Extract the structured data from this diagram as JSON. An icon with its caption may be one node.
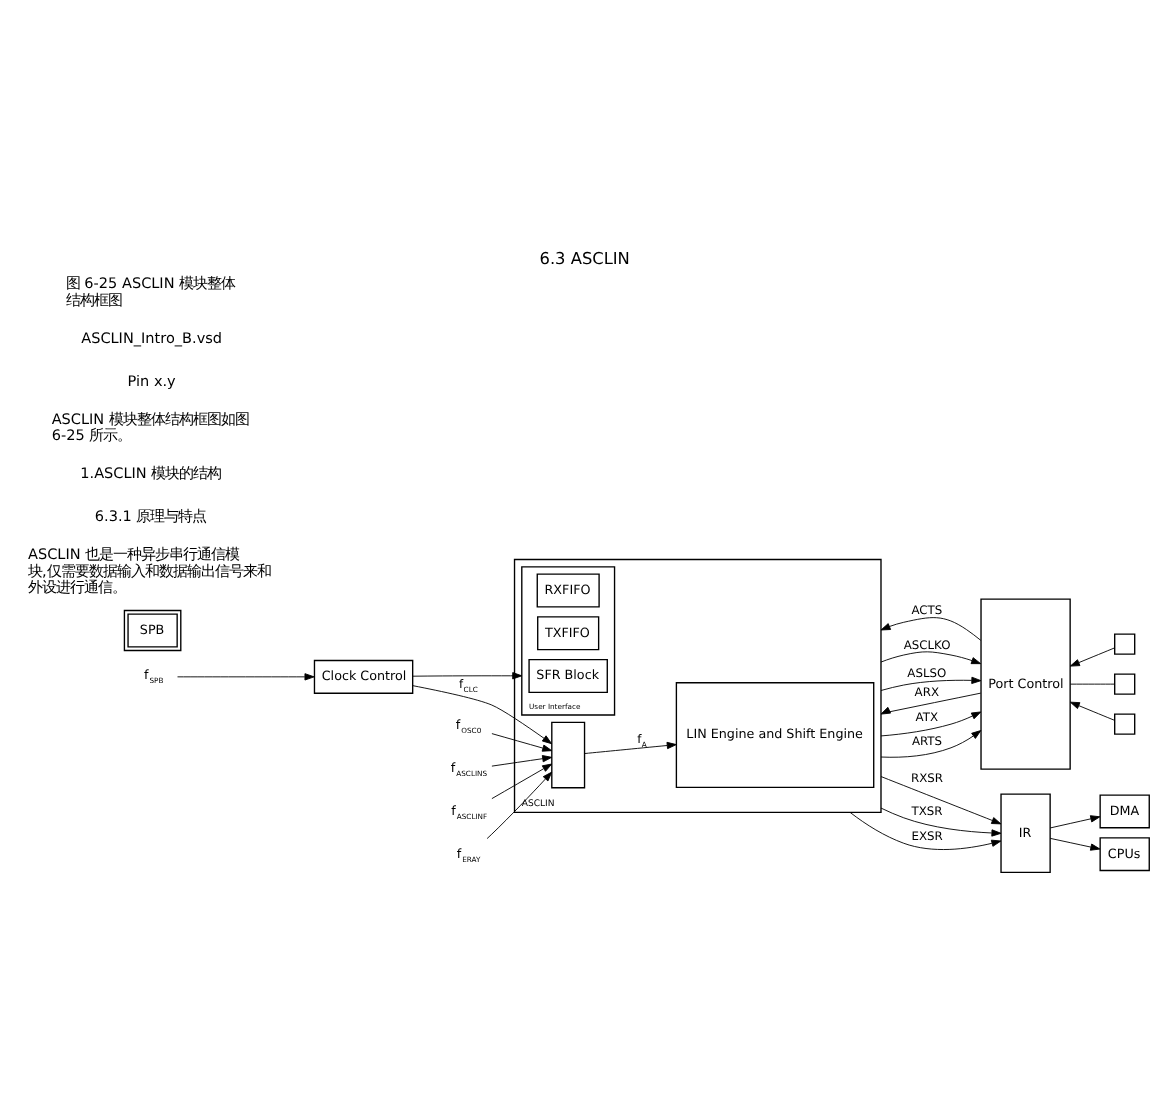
{
  "diagram": {
    "title": "6.3 ASCLIN",
    "caption": "图 6-25 ASCLIN 模块整体结构框图",
    "nodes": [
      {
        "text": [
          "ASCLIN"
        ]
      },
      {
        "text": [
          "Clock Control"
        ]
      },
      {
        "text": [],
        "shape": "box",
        "in": 0
      },
      {
        "text": [
          "User Interface"
        ],
        "in": 0
      },
      {
        "text": [
          "RXFIFO"
        ],
        "in": 3
      },
      {
        "text": [
          "TXFIFO"
        ],
        "in": 3
      },
      {
        "text": [
          "SFR Block"
        ],
        "in": 3
      },
      {
        "text": [
          "LIN Engine and Shift Engine"
        ],
        "in": 0
      },
      {
        "text": [
          "Port Control"
        ]
      },
      {
        "text": [],
        "shape": "box"
      },
      {
        "text": [],
        "shape": "box"
      },
      {
        "text": [],
        "shape": "box"
      },
      {
        "text": [
          "IR"
        ]
      },
      {
        "text": [
          "CPUs"
        ]
      },
      {
        "text": [
          "DMA"
        ]
      },
      {
        "text": [
          "SPB"
        ]
      },
      {
        "text": [
          "f$_{SPB}$"
        ]
      },
      {
        "text": [
          "f$_{ASCLINS}$"
        ]
      },
      {
        "text": [
          "f$_{ASCLINF}$"
        ]
      },
      {
        "text": [
          "f$_{ERAY}$"
        ]
      },
      {
        "text": [
          "f$_{OSC0}$"
        ]
      }
    ],
    "edges": [
      {
        "from": 16,
        "to": 1,
        "arrow": "to"
      },
      {
        "from": 17,
        "to": 2,
        "arrow": "to"
      },
      {
        "from": 18,
        "to": 2,
        "arrow": "to"
      },
      {
        "from": 19,
        "to": 2,
        "arrow": "to"
      },
      {
        "from": 20,
        "to": 2,
        "arrow": "to"
      },
      {
        "from": 1,
        "to": 2,
        "arrow": "to",
        "label": "f$_{CLC}$"
      },
      {
        "from": 1,
        "to": 3,
        "arrow": "to"
      },
      {
        "from": 2,
        "to": 7,
        "arrow": "to",
        "label": "f$_{A}$"
      },
      {
        "from": 8,
        "to": 0,
        "arrow": "to",
        "label": "ARX"
      },
      {
        "from": 0,
        "to": 8,
        "arrow": "to",
        "label": "ATX"
      },
      {
        "from": 0,
        "to": 8,
        "arrow": "to",
        "label": "ARTS"
      },
      {
        "from": 8,
        "to": 0,
        "arrow": "to",
        "label": "ACTS"
      },
      {
        "from": 0,
        "to": 8,
        "arrow": "to",
        "label": "ASCLKO"
      },
      {
        "from": 0,
        "to": 8,
        "arrow": "to",
        "label": "ASLSO"
      },
      {
        "from": 9,
        "to": 8,
        "arrow": "to"
      },
      {
        "from": 10,
        "to": 8,
        "arrow": "none"
      },
      {
        "from": 11,
        "to": 8,
        "arrow": "to"
      },
      {
        "from": 0,
        "to": 12,
        "arrow": "to",
        "label": "RXSR"
      },
      {
        "from": 0,
        "to": 12,
        "arrow": "to",
        "label": "TXSR"
      },
      {
        "from": 0,
        "to": 12,
        "arrow": "to",
        "label": "EXSR"
      },
      {
        "from": 12,
        "to": 13,
        "arrow": "to"
      },
      {
        "from": 12,
        "to": 14,
        "arrow": "to"
      }
    ],
    "labels": [
      "ASCLIN 也是一种异步串行通信模块,仅需要数据输入和数据输出信号来和外设进行通信。",
      "6.3.1 原理与特点",
      "1.ASCLIN 模块的结构",
      "ASCLIN 模块整体结构框图如图 6-25 所示。",
      "Pin x.y",
      "ASCLIN_Intro_B.vsd"
    ]
  }
}
